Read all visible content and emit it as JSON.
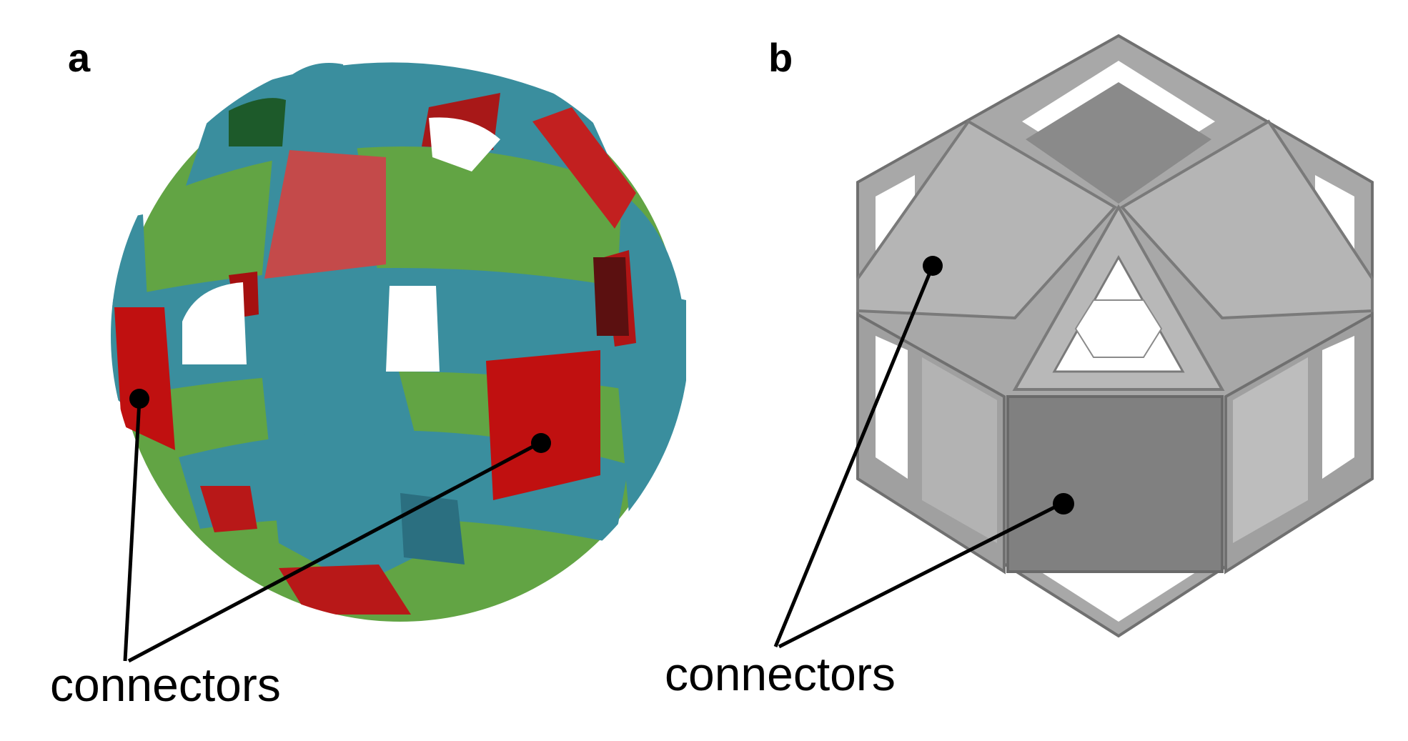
{
  "panels": {
    "a": {
      "label": "a",
      "connector_label": "connectors"
    },
    "b": {
      "label": "b",
      "connector_label": "connectors"
    }
  },
  "colors": {
    "teal": "#3a8e9e",
    "green": "#62a444",
    "red": "#b81818",
    "gray_light": "#b5b5b5",
    "gray_mid": "#9c9c9c",
    "gray_dark": "#808080",
    "annotation": "#000000"
  }
}
